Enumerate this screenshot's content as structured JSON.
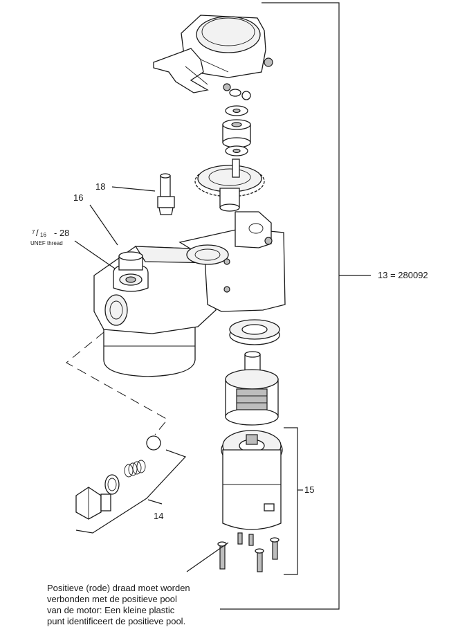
{
  "callouts": {
    "c18": "18",
    "c16": "16",
    "thread_num": "7",
    "thread_den": "16",
    "thread_size": "- 28",
    "thread_type": "UNEF thread",
    "c13": "13 = 280092",
    "c15": "15",
    "c14": "14"
  },
  "note": {
    "line1": "Positieve (rode) draad moet worden",
    "line2": "verbonden met de positieve pool",
    "line3": "van de motor: Een kleine plastic",
    "line4": "punt identificeert de positieve pool."
  }
}
